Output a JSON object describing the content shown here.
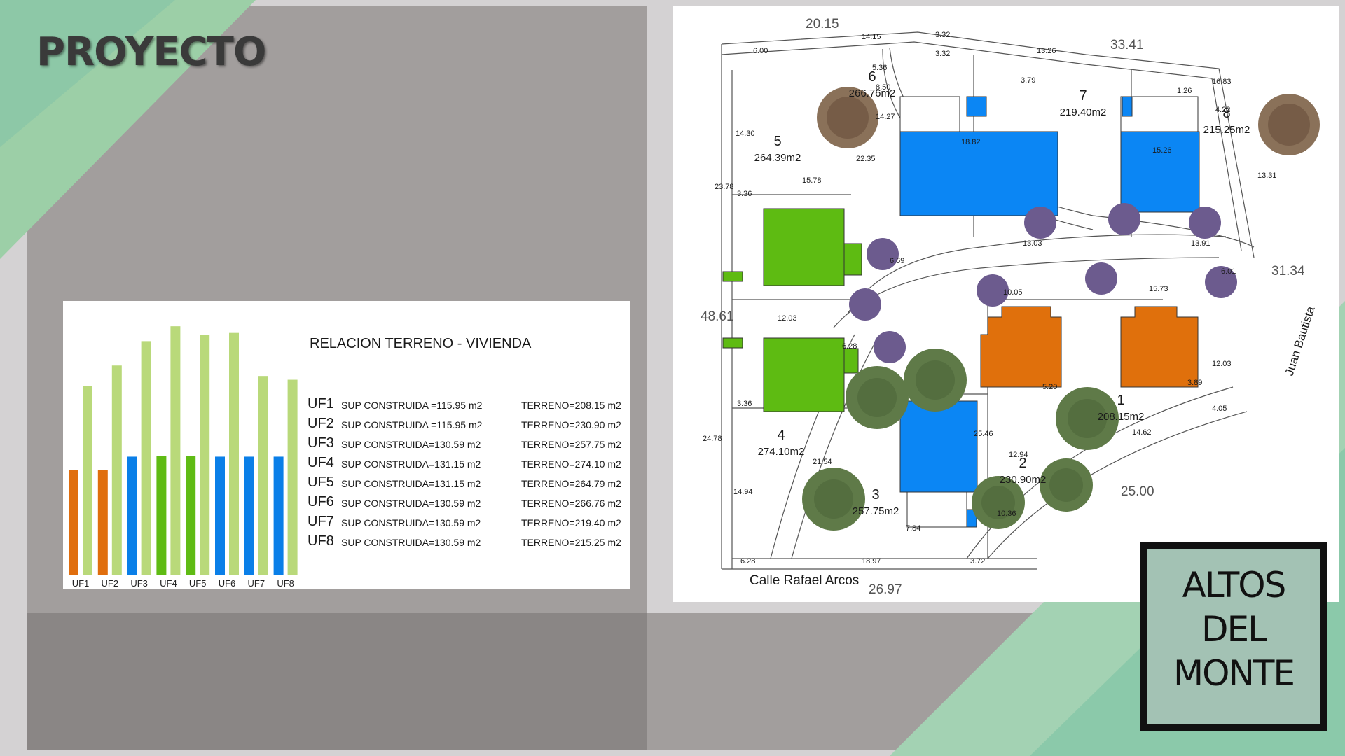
{
  "slide": {
    "title": "PROYECTO",
    "brand": {
      "line1": "ALTOS",
      "line2": "DEL",
      "line3": "MONTE"
    }
  },
  "colors": {
    "accent_green_light": "#9ccfa7",
    "accent_teal": "#7cc3a4",
    "panel_gray": "#a29e9d",
    "panel_dark": "#8a8685",
    "bar_orange": "#e06e0e",
    "bar_blue": "#0a7fe8",
    "bar_green": "#5fbb14",
    "bar_light_green": "#b9d97a",
    "house_blue": "#0b86f4",
    "house_green": "#5ebb12",
    "house_orange": "#e0700c"
  },
  "chart_data": {
    "type": "bar",
    "title": "RELACION TERRENO - VIVIENDA",
    "categories": [
      "UF1",
      "UF2",
      "UF3",
      "UF4",
      "UF5",
      "UF6",
      "UF7",
      "UF8"
    ],
    "series": [
      {
        "values": [
          115.95,
          115.95,
          130.59,
          131.15,
          131.15,
          130.59,
          130.59,
          130.59
        ],
        "colors": [
          "#e06e0e",
          "#e06e0e",
          "#0a7fe8",
          "#5fbb14",
          "#5fbb14",
          "#0a7fe8",
          "#0a7fe8",
          "#0a7fe8"
        ]
      },
      {
        "values": [
          208.15,
          230.9,
          257.75,
          274.1,
          264.79,
          266.76,
          219.4,
          215.25
        ],
        "colors": [
          "#b9d97a",
          "#b9d97a",
          "#b9d97a",
          "#b9d97a",
          "#b9d97a",
          "#b9d97a",
          "#b9d97a",
          "#b9d97a"
        ]
      }
    ],
    "ylim": [
      0,
      285
    ],
    "grid": false,
    "legend": "right",
    "rows": [
      {
        "code": "UF1",
        "sup": "SUP CONSTRUIDA =115.95 m2",
        "terreno": "TERRENO=208.15 m2"
      },
      {
        "code": "UF2",
        "sup": "SUP CONSTRUIDA =115.95 m2",
        "terreno": "TERRENO=230.90 m2"
      },
      {
        "code": "UF3",
        "sup": "SUP CONSTRUIDA=130.59 m2",
        "terreno": "TERRENO=257.75 m2"
      },
      {
        "code": "UF4",
        "sup": "SUP CONSTRUIDA=131.15 m2",
        "terreno": "TERRENO=274.10 m2"
      },
      {
        "code": "UF5",
        "sup": "SUP CONSTRUIDA=131.15 m2",
        "terreno": "TERRENO=264.79 m2"
      },
      {
        "code": "UF6",
        "sup": "SUP CONSTRUIDA=130.59 m2",
        "terreno": "TERRENO=266.76 m2"
      },
      {
        "code": "UF7",
        "sup": "SUP CONSTRUIDA=130.59 m2",
        "terreno": "TERRENO=219.40 m2"
      },
      {
        "code": "UF8",
        "sup": "SUP CONSTRUIDA=130.59 m2",
        "terreno": "TERRENO=215.25 m2"
      }
    ]
  },
  "plan": {
    "street_bottom": "Calle Rafael Arcos",
    "street_right": "Juan Bautista",
    "lots": [
      {
        "num": "1",
        "area": "208.15m2"
      },
      {
        "num": "2",
        "area": "230.90m2"
      },
      {
        "num": "3",
        "area": "257.75m2"
      },
      {
        "num": "4",
        "area": "274.10m2"
      },
      {
        "num": "5",
        "area": "264.39m2"
      },
      {
        "num": "6",
        "area": "266.76m2"
      },
      {
        "num": "7",
        "area": "219.40m2"
      },
      {
        "num": "8",
        "area": "215.25m2"
      }
    ],
    "dimensions": [
      "20.15",
      "14.15",
      "6.00",
      "3.32",
      "3.32",
      "13.26",
      "33.41",
      "5.36",
      "8.50",
      "3.79",
      "1.26",
      "16.83",
      "14.27",
      "4.22",
      "14.30",
      "18.82",
      "15.26",
      "22.35",
      "23.78",
      "3.36",
      "15.78",
      "13.31",
      "13.03",
      "13.91",
      "6.69",
      "31.34",
      "6.01",
      "10.05",
      "15.73",
      "48.61",
      "12.03",
      "6.28",
      "12.03",
      "3.89",
      "3.36",
      "24.78",
      "25.46",
      "4.05",
      "14.62",
      "12.94",
      "21.54",
      "14.94",
      "25.00",
      "7.84",
      "10.36",
      "6.28",
      "18.97",
      "3.72",
      "26.97",
      "5.20"
    ]
  }
}
